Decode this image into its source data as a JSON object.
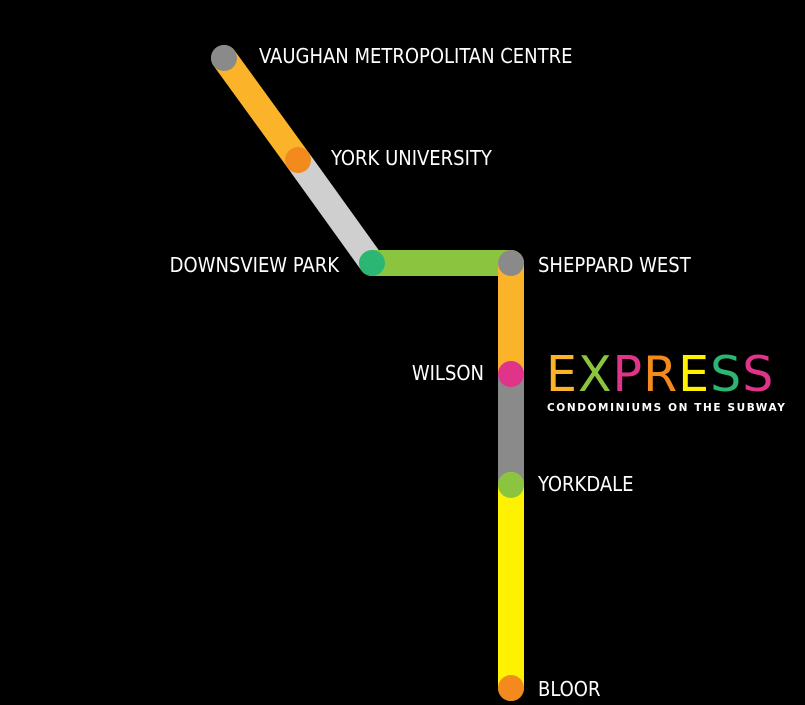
{
  "stations": [
    {
      "id": "vaughan",
      "name": "VAUGHAN METROPOLITAN CENTRE",
      "color": "#8a8a8a"
    },
    {
      "id": "york-university",
      "name": "YORK UNIVERSITY",
      "color": "#f28a1e"
    },
    {
      "id": "downsview-park",
      "name": "DOWNSVIEW PARK",
      "color": "#2bb673"
    },
    {
      "id": "sheppard-west",
      "name": "SHEPPARD WEST",
      "color": "#8a8a8a"
    },
    {
      "id": "wilson",
      "name": "WILSON",
      "color": "#e0338a"
    },
    {
      "id": "yorkdale",
      "name": "YORKDALE",
      "color": "#8bc53f"
    },
    {
      "id": "bloor",
      "name": "BLOOR",
      "color": "#f28a1e"
    }
  ],
  "segments": [
    {
      "from": "vaughan",
      "to": "york-university",
      "color": "#fbb42a"
    },
    {
      "from": "york-university",
      "to": "downsview-park",
      "color": "#cfcfcf"
    },
    {
      "from": "downsview-park",
      "to": "sheppard-west",
      "color": "#8bc53f"
    },
    {
      "from": "sheppard-west",
      "to": "wilson",
      "color": "#fbb42a"
    },
    {
      "from": "wilson",
      "to": "yorkdale",
      "color": "#8a8a8a"
    },
    {
      "from": "yorkdale",
      "to": "bloor",
      "color": "#fff200"
    }
  ],
  "brand": {
    "word": "EXPRESS",
    "tagline": "CONDOMINIUMS ON THE SUBWAY",
    "letter_colors": [
      "#fbb42a",
      "#8bc53f",
      "#e0338a",
      "#f28a1e",
      "#fff200",
      "#2bb673",
      "#e0338a"
    ]
  },
  "colors": {
    "background": "#000000",
    "label": "#ffffff"
  }
}
